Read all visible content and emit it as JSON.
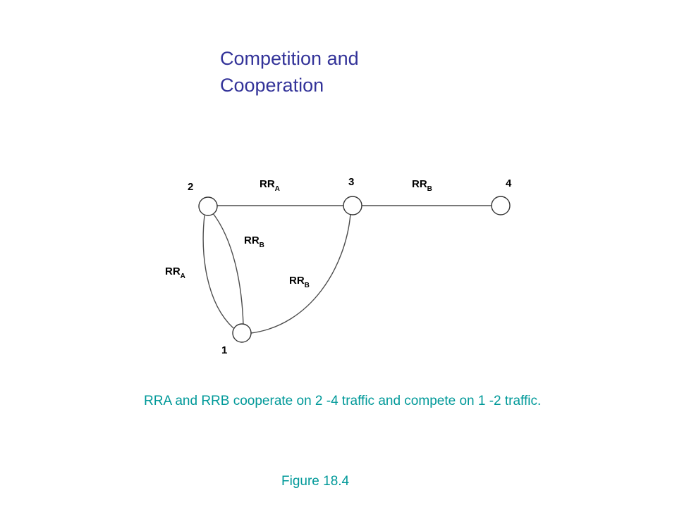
{
  "slide": {
    "title": "Competition and\nCooperation",
    "caption": "RRA and RRB cooperate on 2 -4 traffic and compete on 1 -2 traffic.",
    "figure_label": "Figure 18.4"
  },
  "diagram": {
    "nodes": [
      {
        "id": "2",
        "label": "2"
      },
      {
        "id": "3",
        "label": "3"
      },
      {
        "id": "4",
        "label": "4"
      },
      {
        "id": "1",
        "label": "1"
      }
    ],
    "edges": [
      {
        "from": "2",
        "to": "3",
        "label": "RR",
        "sub": "A"
      },
      {
        "from": "3",
        "to": "4",
        "label": "RR",
        "sub": "B"
      },
      {
        "from": "2",
        "to": "1",
        "label": "RR",
        "sub": "B",
        "route": "inner"
      },
      {
        "from": "2",
        "to": "1",
        "label": "RR",
        "sub": "A",
        "route": "outer"
      },
      {
        "from": "3",
        "to": "1",
        "label": "RR",
        "sub": "B"
      }
    ]
  }
}
